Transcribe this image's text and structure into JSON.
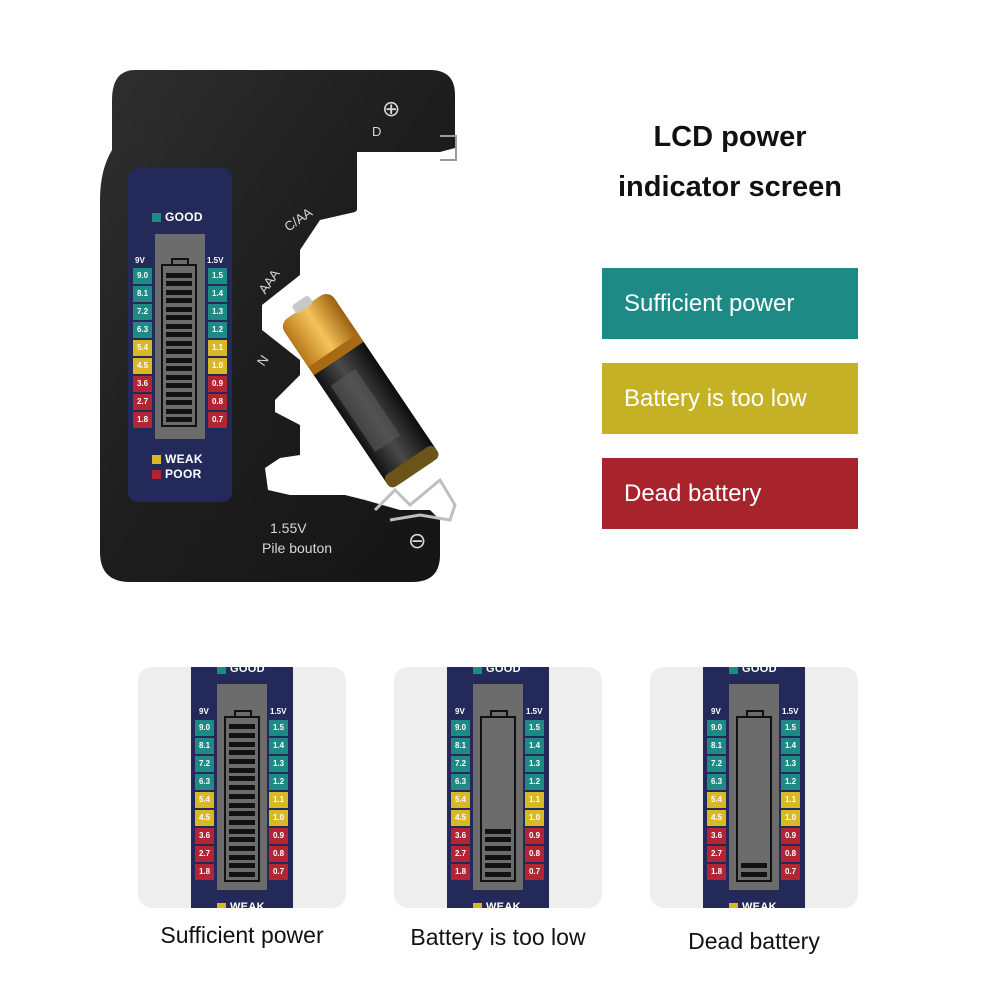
{
  "headline": {
    "line1": "LCD power",
    "line2": "indicator screen"
  },
  "legend": [
    {
      "label": "Sufficient power",
      "color": "#1e8a86"
    },
    {
      "label": "Battery is too low",
      "color": "#c5b125"
    },
    {
      "label": "Dead battery",
      "color": "#a7242d"
    }
  ],
  "device": {
    "plus_symbol": "⊕",
    "minus_symbol": "⊖",
    "slot_d": "D",
    "slot_caa": "C/AA",
    "slot_aaa": "AAA",
    "slot_n": "N",
    "button_voltage": "1.55V",
    "button_label": "Pile bouton"
  },
  "lcd": {
    "good": "GOOD",
    "weak": "WEAK",
    "poor": "POOR",
    "left_header": "9V",
    "right_header": "1.5V",
    "left_values": [
      "9.0",
      "8.1",
      "7.2",
      "6.3",
      "5.4",
      "4.5",
      "3.6",
      "2.7",
      "1.8"
    ],
    "right_values": [
      "1.5",
      "1.4",
      "1.3",
      "1.2",
      "1.1",
      "1.0",
      "0.9",
      "0.8",
      "0.7"
    ],
    "value_colors": [
      "teal",
      "teal",
      "teal",
      "teal",
      "yel",
      "yel",
      "red",
      "red",
      "red"
    ],
    "colors": {
      "good": "#1e8a86",
      "weak": "#d8b824",
      "poor": "#b22533"
    }
  },
  "cards": [
    {
      "caption": "Sufficient power",
      "level": 1.0
    },
    {
      "caption": "Battery is too low",
      "level": 0.33
    },
    {
      "caption": "Dead battery",
      "level": 0.1
    }
  ],
  "card_lcd": {
    "good": "GOOD",
    "weak": "WEAK"
  }
}
